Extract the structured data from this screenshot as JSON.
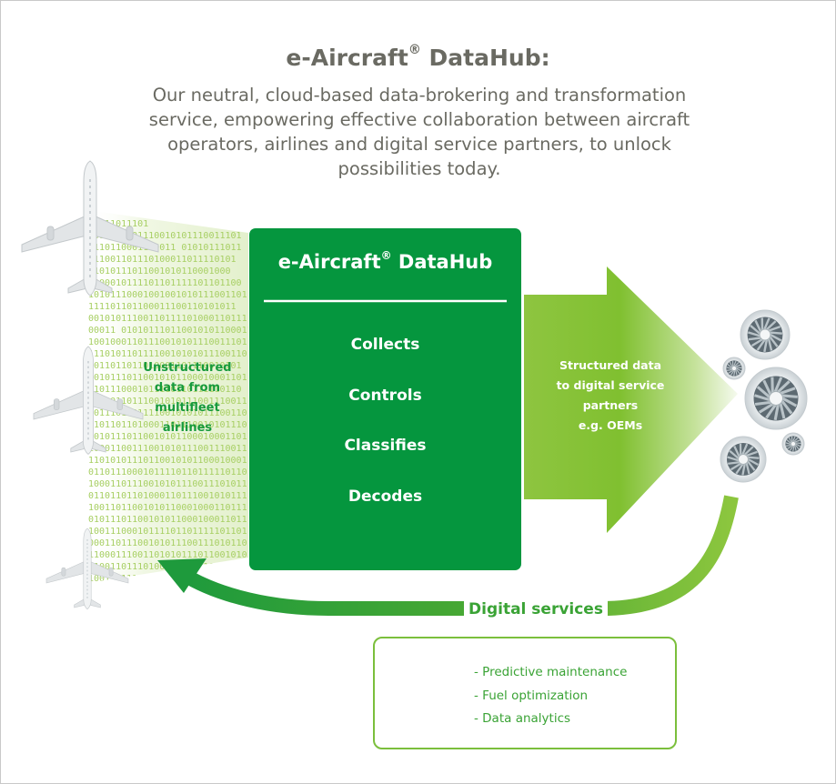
{
  "header": {
    "title": "e-Aircraft",
    "title_mark": "®",
    "title_suffix": " DataHub:",
    "subtitle": "Our neutral, cloud-based data-brokering and transformation service, empowering effective collaboration between aircraft operators, airlines and digital service partners, to unlock possibilities today."
  },
  "hub": {
    "title": "e-Aircraft",
    "title_mark": "®",
    "title_suffix": " DataHub",
    "functions": [
      "Collects",
      "Controls",
      "Classifies",
      "Decodes"
    ]
  },
  "input": {
    "lines": [
      "Unstructured",
      "data from",
      "multifleet",
      "airlines"
    ]
  },
  "output": {
    "lines": [
      "Structured data",
      "to digital service",
      "partners",
      "e.g. OEMs"
    ]
  },
  "feedback": {
    "label": "Digital services"
  },
  "services": {
    "items": [
      "- Predictive maintenance",
      "- Fuel optimization",
      "- Data analytics"
    ]
  },
  "binary": {
    "rows": [
      "11011011101",
      "0010001101110010101110011101",
      "0110110001110011 01010111011",
      "111001101110100011011110101",
      "01010111011001010110001000",
      "1000010111101101111101101100",
      "10101110001001001010111001101",
      "111101101100011100110101011",
      "00101011100110111101000110111",
      "00011 010101110110010101100011",
      "10010001101110010101110011101",
      "11101011011110010101011100110",
      "0011011011010001101110010101",
      "10101110110010101100010001101",
      "1101110001011110110111110110",
      "01000110111001010111001110011",
      "10111011011110010101011100110",
      "11011011010001101110010101110",
      "00101110110010101100010001101",
      "10001100111001010111001110011",
      "11010101110110010101100010001",
      "01101110001011110110111110110",
      "10001101110010101110011101011",
      "01101101101000110111001010111",
      "10011011001010110001000110111",
      "01011101100101011000100011011",
      "10011100010111101101111101101",
      "00011011100101011100111010110",
      "11000111001101010111011001010",
      "11001101110100011011110101011",
      "10011011101"
    ]
  },
  "colors": {
    "hub_green": "#05963e",
    "arrow_green": "#8dc73f",
    "feedback_green": "#2f9a32",
    "text_green": "#179a3c",
    "text_gray": "#6a6a62",
    "binary_green": "#a7cf63"
  },
  "icons": {
    "aircraft": "airplane-icon",
    "engine": "engine-fan-icon",
    "search": "magnifier-icon"
  }
}
